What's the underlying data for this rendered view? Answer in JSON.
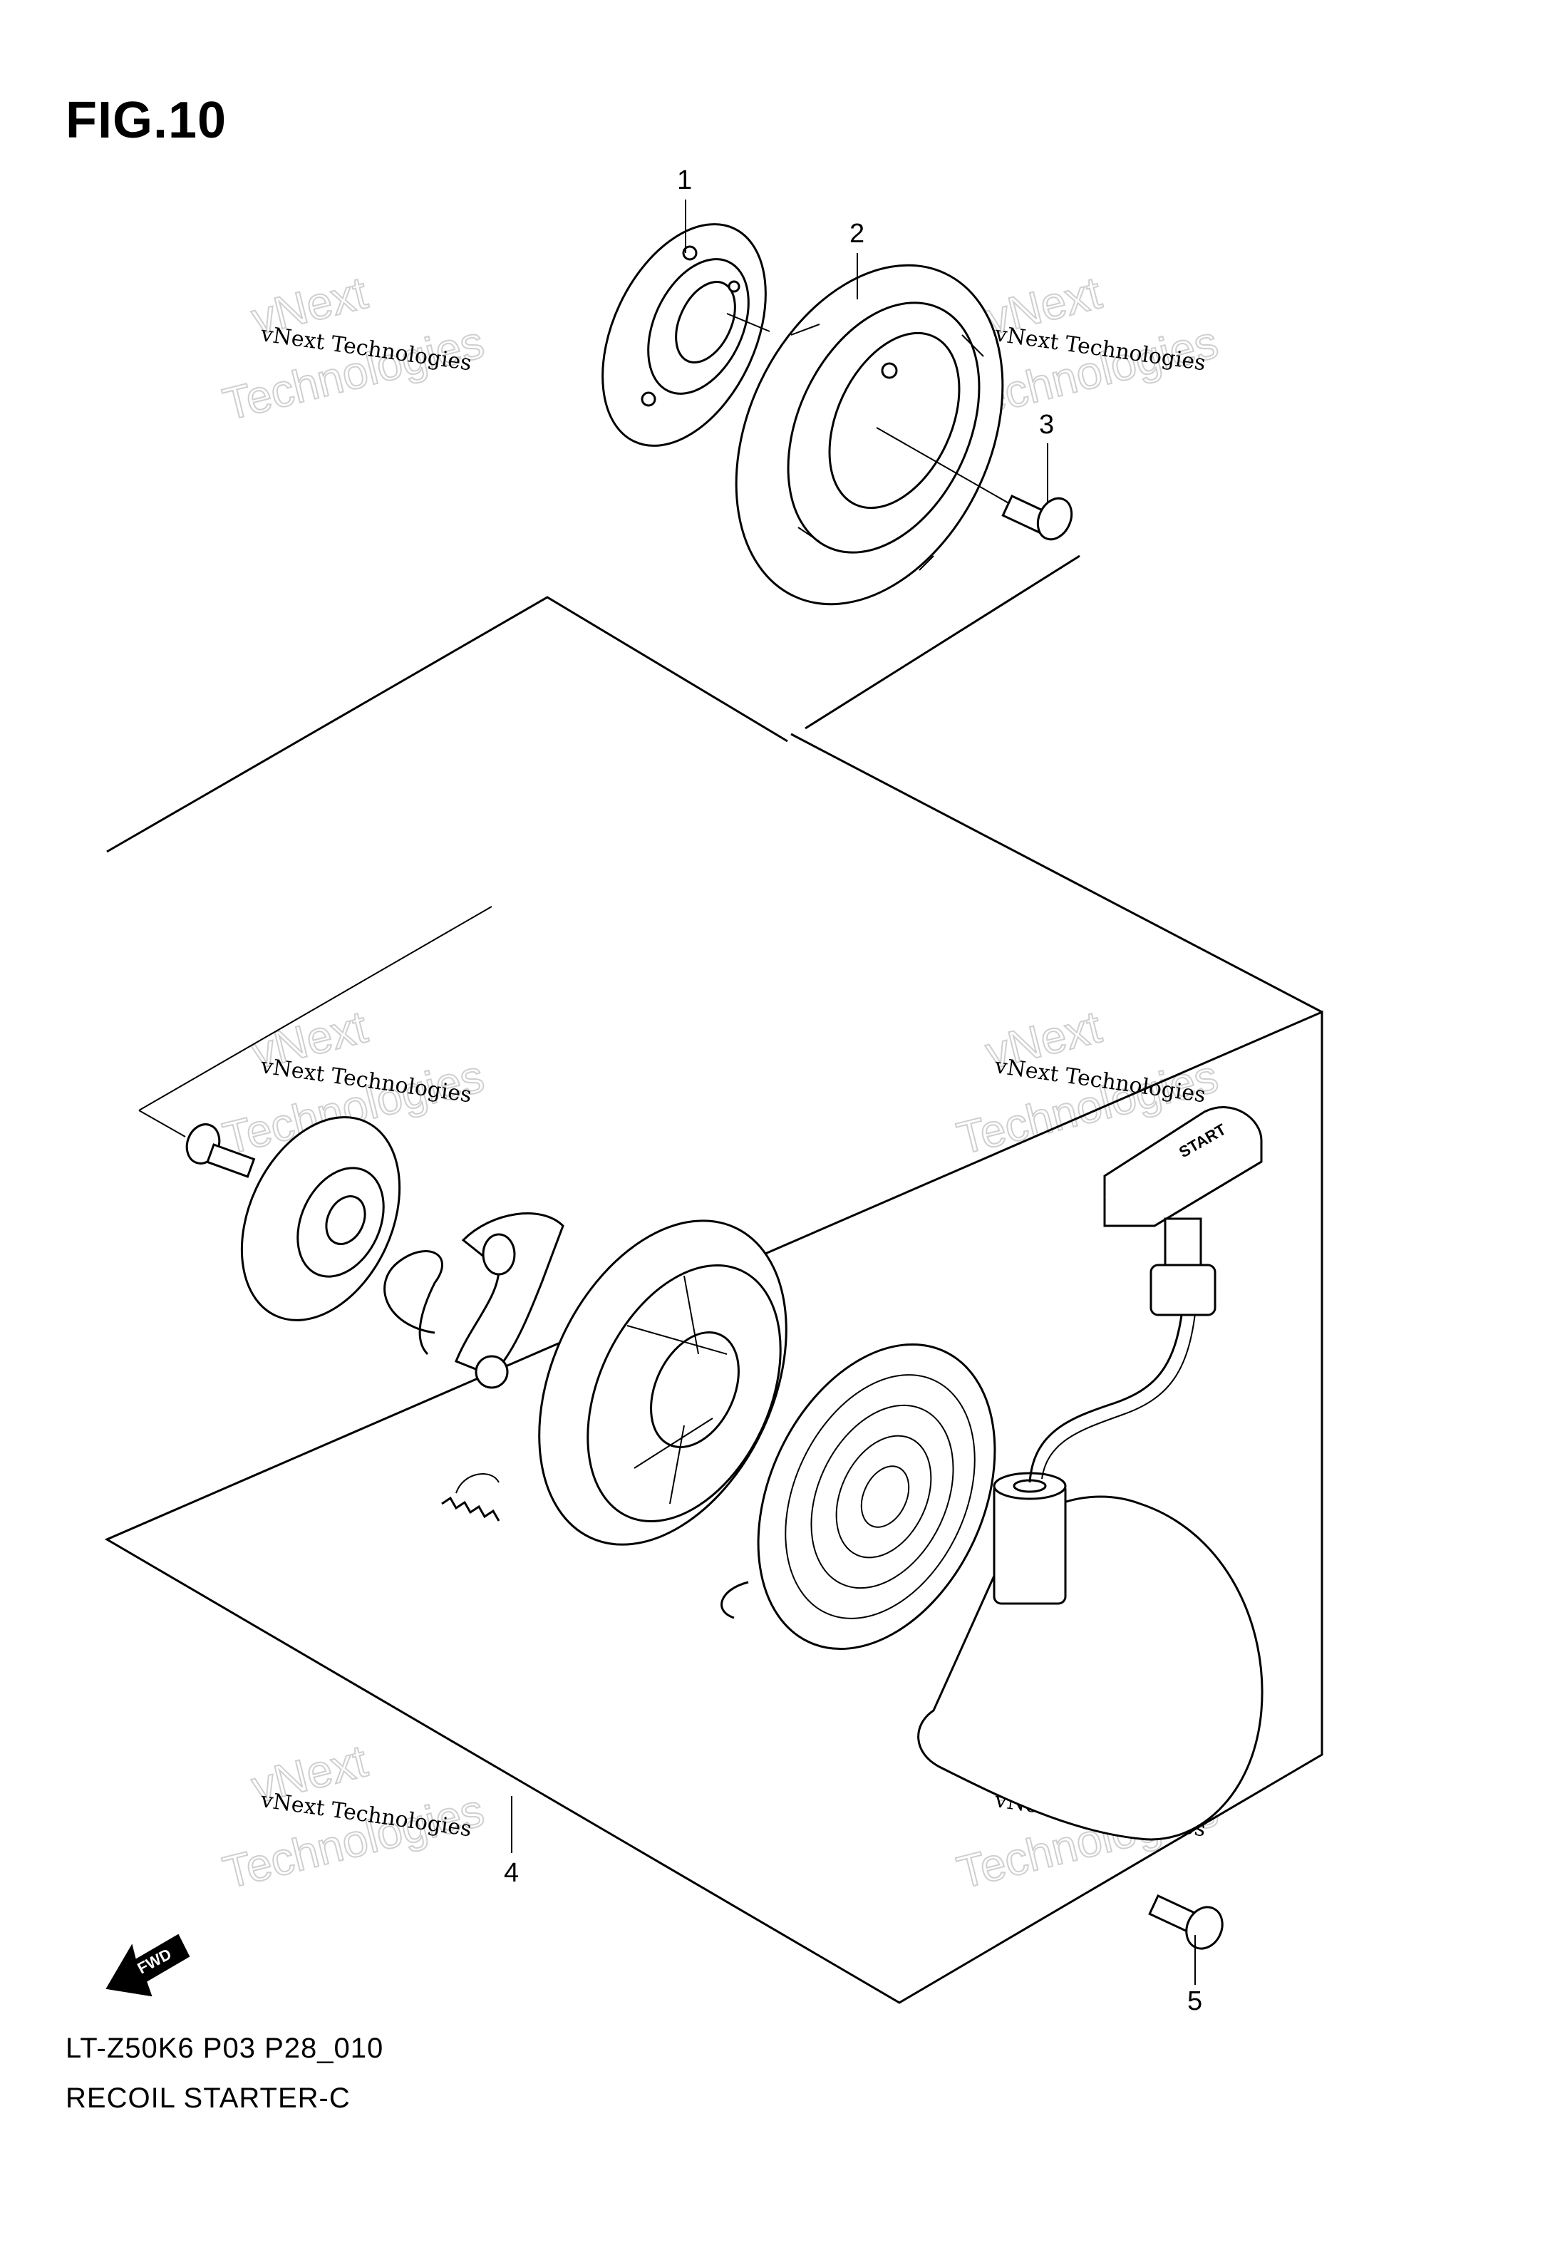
{
  "figure": {
    "title": "FIG.10"
  },
  "caption": {
    "model": "LT-Z50K6 P03 P28_010",
    "name": "RECOIL STARTER-C"
  },
  "callouts": [
    {
      "id": "1",
      "label": "1"
    },
    {
      "id": "2",
      "label": "2"
    },
    {
      "id": "3",
      "label": "3"
    },
    {
      "id": "4",
      "label": "4"
    },
    {
      "id": "5",
      "label": "5"
    }
  ],
  "watermark": {
    "company": "vNext Technologies",
    "brand": "vNext",
    "word": "Technologies"
  },
  "labels": {
    "fwd": "FWD",
    "start": "START"
  }
}
